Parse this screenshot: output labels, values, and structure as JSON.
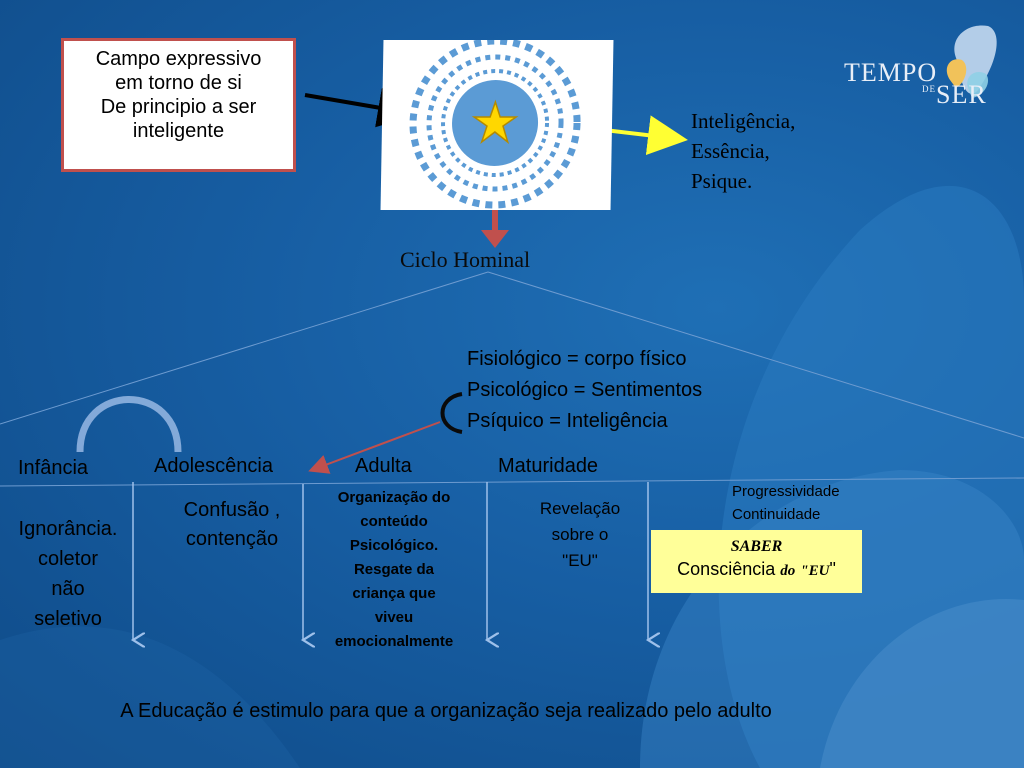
{
  "logo": {
    "word1": "TEMPO",
    "word2": "DE",
    "word3": "SER"
  },
  "campo_box": [
    "Campo expressivo",
    "em torno  de si",
    "De principio a ser",
    "inteligente"
  ],
  "right_text": [
    "Inteligência,",
    "Essência,",
    "Psique."
  ],
  "ciclo": "Ciclo Hominal",
  "dimensions": [
    "Fisiológico = corpo físico",
    "Psicológico = Sentimentos",
    "Psíquico = Inteligência"
  ],
  "phases": {
    "infancia": "Infância",
    "adolescencia": "Adolescência",
    "adulta": "Adulta",
    "maturidade": "Maturidade"
  },
  "infancia_desc": [
    "Ignorância.",
    "coletor",
    "não",
    "seletivo"
  ],
  "adolescencia_desc": [
    "Confusão ,",
    "contenção"
  ],
  "adulta_desc": [
    "Organização do",
    "conteúdo",
    "Psicológico.",
    "Resgate da",
    "criança que",
    "viveu",
    "emocionalmente"
  ],
  "maturidade_desc": [
    "Revelação",
    "sobre o",
    "\"EU\""
  ],
  "progress": [
    "Progressividade",
    "Continuidade"
  ],
  "saber_box": {
    "saber": "SABER",
    "consciencia": "Consciência",
    "do": "do",
    "open_quote": "\"",
    "eu": "EU",
    "close_quote": "\""
  },
  "footer": "A Educação é estimulo para que a organização seja realizado pelo adulto",
  "colors": {
    "background": "#175ea3",
    "box_border": "#c0504d",
    "yellow_box": "#ffff99",
    "arrow_black": "#000000",
    "arrow_yellow": "#ffff33",
    "arrow_red": "#c0504d",
    "arc_blue": "#8fb3e0"
  }
}
